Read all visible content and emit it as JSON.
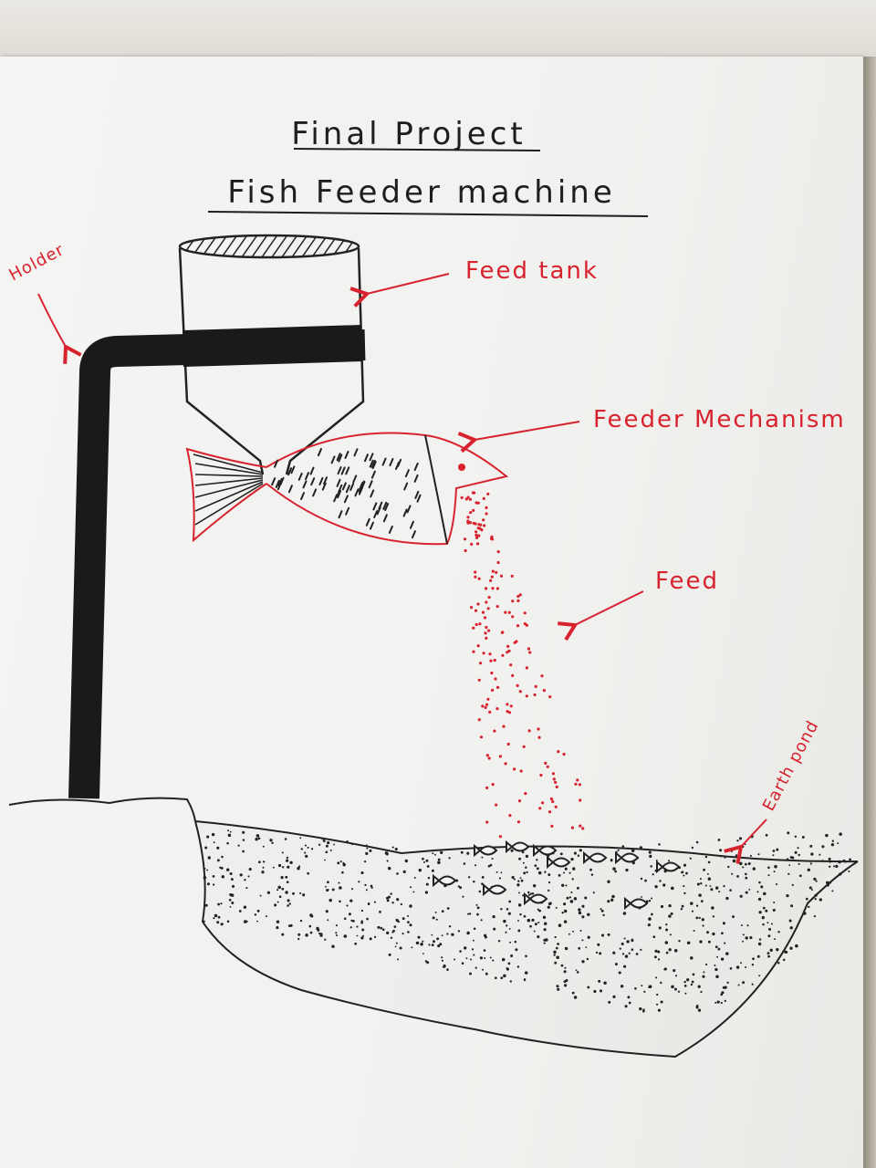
{
  "title": "Final Project",
  "subtitle": "Fish Feeder machine",
  "labels": {
    "holder": "Holder",
    "feed_tank": "Feed tank",
    "feeder_mechanism": "Feeder Mechanism",
    "feed": "Feed",
    "earth_pond": "Earth pond"
  },
  "colors": {
    "ink": "#1e1e1e",
    "label_red": "#d8232e",
    "paper": "#f2f2f0"
  }
}
